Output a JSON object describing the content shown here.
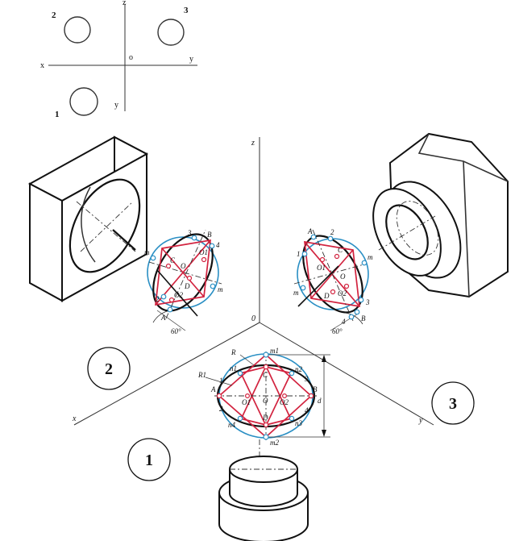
{
  "schematic": {
    "axis_z": "z",
    "axis_x": "x",
    "axis_y_right": "y",
    "axis_y_down": "y",
    "origin": "o",
    "label_1": "1",
    "label_2": "2",
    "label_3": "3"
  },
  "main": {
    "axis_z": "z",
    "axis_x": "x",
    "axis_y": "y",
    "origin": "0",
    "circle_label_1": "1",
    "circle_label_2": "2",
    "circle_label_3": "3"
  },
  "ellipse_top": {
    "R": "R",
    "R1": "R1",
    "m1": "m1",
    "m2": "m2",
    "n1": "n1",
    "n2": "n2",
    "n3": "n3",
    "n4": "n4",
    "C": "C",
    "D": "D",
    "A": "A",
    "B": "B",
    "O1": "O1",
    "O2": "O2",
    "O": "O",
    "p1": "1",
    "p2": "2",
    "p3": "3",
    "p4": "4",
    "dim": "d"
  },
  "ellipse_left": {
    "m_top": "m",
    "m_bottom": "m",
    "A": "A",
    "B": "B",
    "C": "C",
    "D": "D",
    "O": "O",
    "O1": "O1",
    "O2": "O2",
    "p2": "2",
    "p3": "3",
    "p4": "4",
    "angle": "60°"
  },
  "ellipse_right": {
    "m_top": "m",
    "m_bottom": "m",
    "A": "A",
    "B": "B",
    "C": "C",
    "D": "D",
    "O": "O",
    "O1": "O1",
    "O2": "O2",
    "p1": "1",
    "p2": "2",
    "p3": "3",
    "p4": "4",
    "angle": "60°"
  },
  "colors": {
    "circle_blue": "#2a8fc4",
    "construction_red": "#d2233f",
    "ink": "#111111"
  }
}
